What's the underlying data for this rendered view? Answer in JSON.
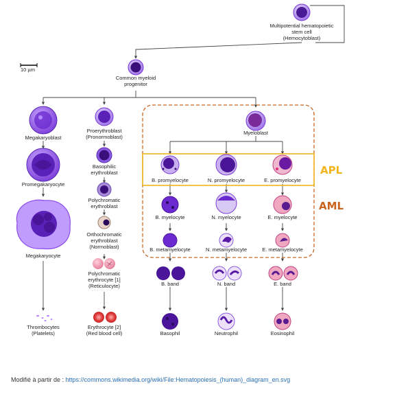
{
  "scale_bar": "10 µm",
  "stem_cell": [
    "Multipotential hematopoietic",
    "stem cell",
    "(Hemocytoblast)"
  ],
  "common_myeloid": [
    "Common myeloid",
    "progenitor"
  ],
  "lineages": {
    "megakaryocytic": {
      "megakaryoblast": [
        "Megakaryoblast"
      ],
      "promegakaryocyte": [
        "Promegakaryocyte"
      ],
      "megakaryocyte": [
        "Megakaryocyte"
      ],
      "thrombocytes": [
        "Thrombocytes",
        "(Platelets)"
      ]
    },
    "erythroid": {
      "proerythroblast": [
        "Proerythroblast",
        "(Pronormoblast)"
      ],
      "basophilic": [
        "Basophilic",
        "erythroblast"
      ],
      "polychromatic": [
        "Polychromatic",
        "erythroblast"
      ],
      "orthochromatic": [
        "Orthochromatic",
        "erythroblast",
        "(Normoblast)"
      ],
      "reticulocyte": [
        "Polychromatic",
        "erythrocyte [1]",
        "(Reticulocyte)"
      ],
      "erythrocyte": [
        "Erythrocyte [2]",
        "(Red blood cell)"
      ]
    },
    "granulocytic": {
      "myeloblast": [
        "Myeloblast"
      ],
      "promyelocytes": [
        "B. promyelocyte",
        "N. promyelocyte",
        "E. promyelocyte"
      ],
      "myelocytes": [
        "B. myelocyte",
        "N. myelocyte",
        "E. myelocyte"
      ],
      "metamyelocytes": [
        "B. metamyelocyte",
        "N. metamyelocyte",
        "E. metamyelocyte"
      ],
      "bands": [
        "B. band",
        "N. band",
        "E. band"
      ],
      "mature": [
        "Basophil",
        "Neutrophil",
        "Eosinophil"
      ]
    }
  },
  "apl_label": "APL",
  "aml_label": "AML",
  "footer": {
    "prefix": "Modifié à partir de : ",
    "link": "https://commons.wikimedia.org/wiki/File:Hematopoiesis_(human)_diagram_en.svg"
  },
  "colors": {
    "apl": "#f2b51c",
    "aml": "#c8641e",
    "cell_purple": "#7a3ad8",
    "nucleus": "#3b0f7a",
    "rbc": "#e03a3a"
  }
}
